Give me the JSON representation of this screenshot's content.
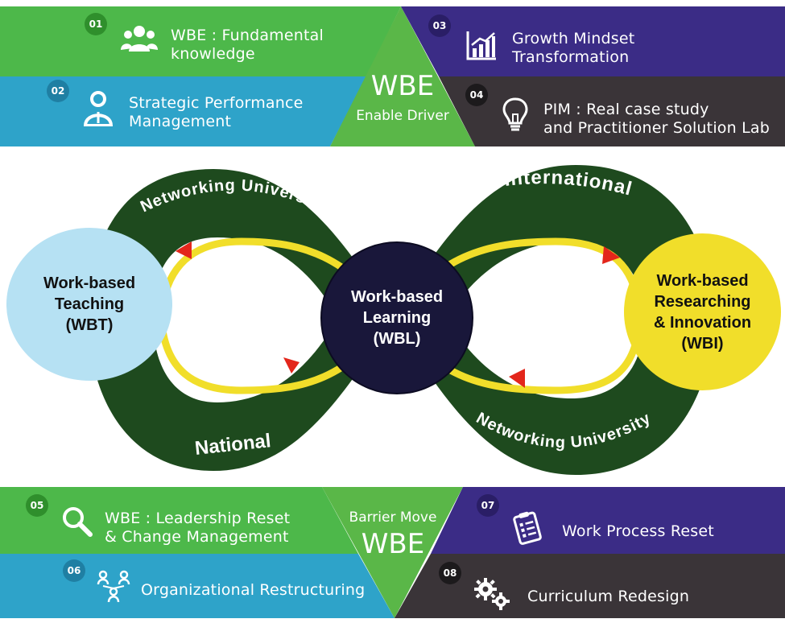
{
  "colors": {
    "green": "#4db84a",
    "blue": "#2ea3c9",
    "purple": "#3b2c86",
    "dark": "#3a3438",
    "darkgreen": "#1e4a1e",
    "yellow": "#f1de2a",
    "lightblue": "#b6e1f3",
    "navy": "#19173a"
  },
  "top": {
    "driver": {
      "title": "WBE",
      "subtitle": "Enable Driver"
    },
    "items": [
      {
        "num": "01",
        "icon": "group-icon",
        "line1": "WBE : Fundamental",
        "line2": "knowledge"
      },
      {
        "num": "02",
        "icon": "person-icon",
        "line1": "Strategic Performance",
        "line2": "Management"
      },
      {
        "num": "03",
        "icon": "growth-chart-icon",
        "line1": "Growth Mindset",
        "line2": "Transformation"
      },
      {
        "num": "04",
        "icon": "lightbulb-icon",
        "line1": "PIM : Real case study",
        "line2": "and Practitioner Solution Lab"
      }
    ]
  },
  "loop": {
    "top_left_label": "Networking University",
    "top_right_label": "International",
    "bottom_left_label": "National",
    "bottom_right_label": "Networking University",
    "left_circle": {
      "line1": "Work-based",
      "line2": "Teaching",
      "line3": "(WBT)"
    },
    "center_circle": {
      "line1": "Work-based",
      "line2": "Learning",
      "line3": "(WBL)"
    },
    "right_circle": {
      "line1": "Work-based",
      "line2": "Researching",
      "line3": "& Innovation",
      "line4": "(WBI)"
    }
  },
  "bottom": {
    "barrier": {
      "subtitle": "Barrier Move",
      "title": "WBE"
    },
    "items": [
      {
        "num": "05",
        "icon": "search-icon",
        "line1": "WBE : Leadership Reset",
        "line2": "& Change Management"
      },
      {
        "num": "06",
        "icon": "org-chart-icon",
        "line1": "Organizational Restructuring"
      },
      {
        "num": "07",
        "icon": "checklist-icon",
        "line1": "Work Process Reset"
      },
      {
        "num": "08",
        "icon": "gears-icon",
        "line1": "Curriculum Redesign"
      }
    ]
  }
}
